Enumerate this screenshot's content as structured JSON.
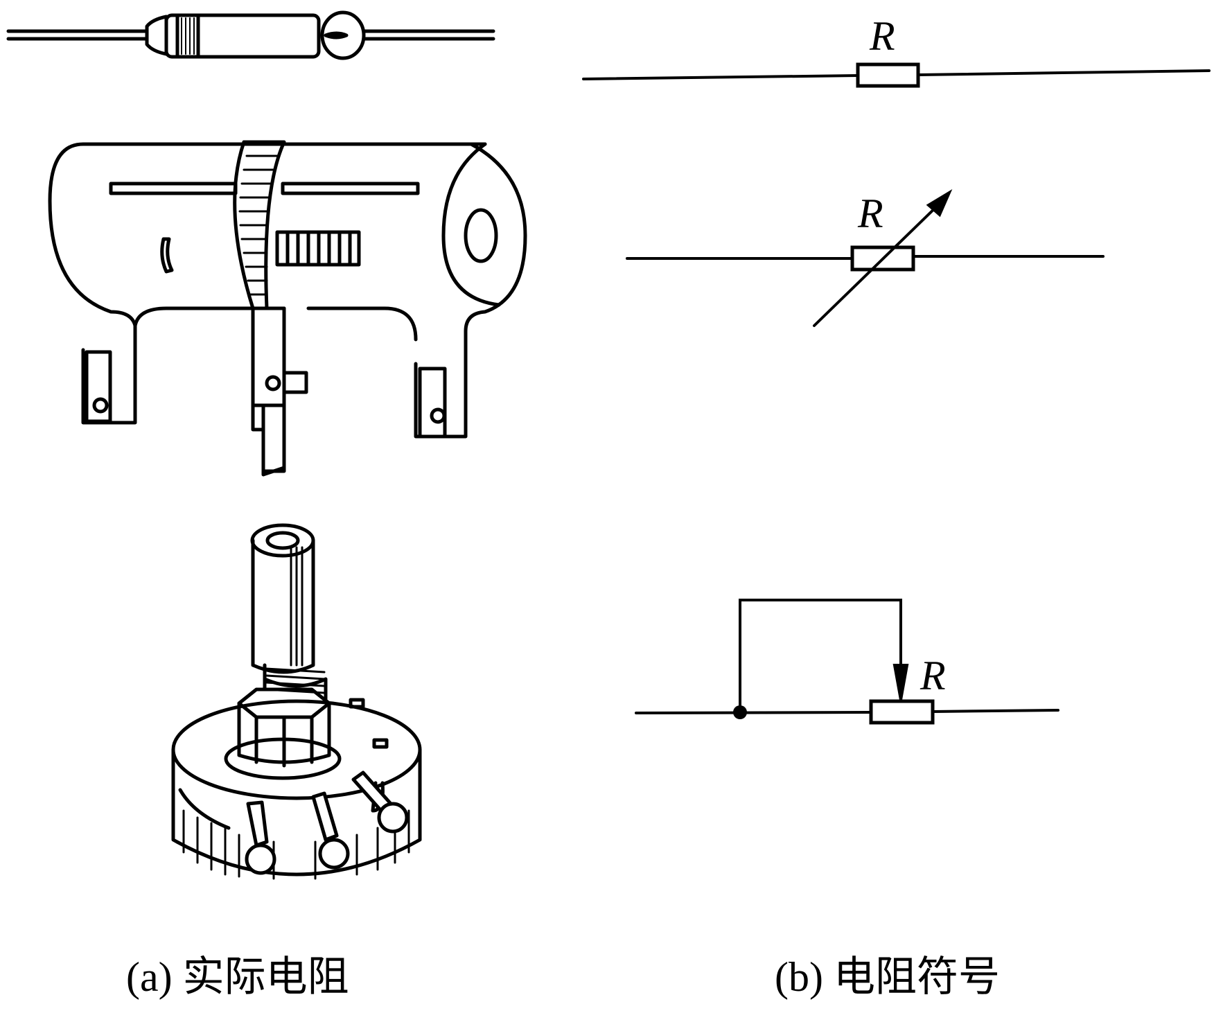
{
  "symbols": {
    "fixed_label": "R",
    "variable_label": "R",
    "potentiometer_label": "R"
  },
  "captions": {
    "a": "(a) 实际电阻",
    "b": "(b) 电阻符号"
  },
  "colors": {
    "ink": "#000000",
    "background": "#ffffff"
  }
}
